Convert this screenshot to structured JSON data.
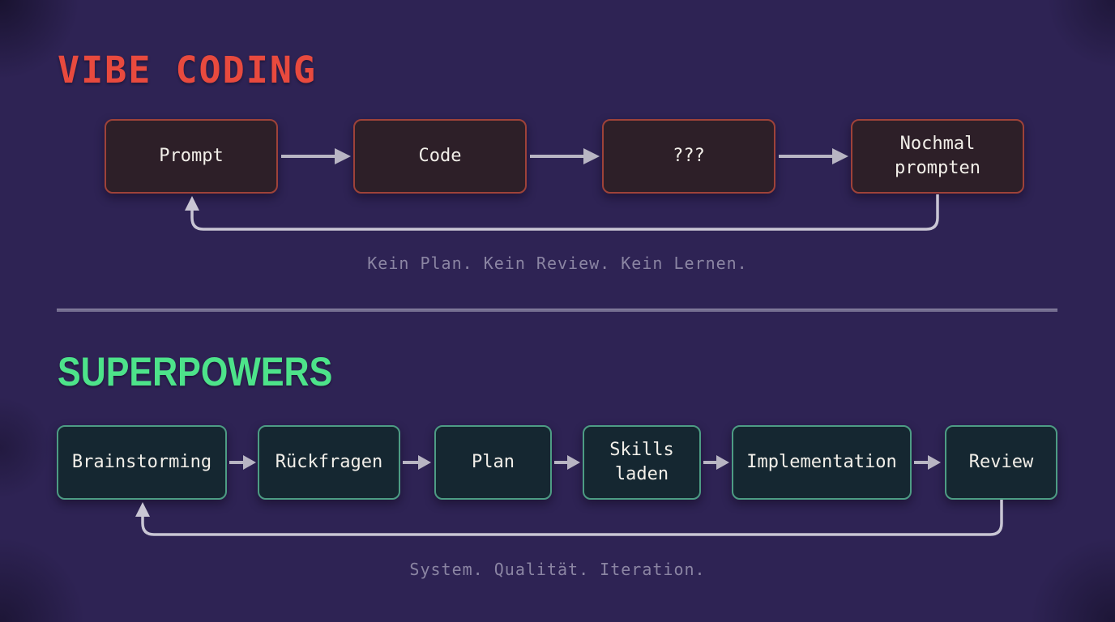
{
  "colors": {
    "background": "#2e2354",
    "vibe_accent": "#e84a3e",
    "vibe_box_fill": "#2d1f28",
    "vibe_box_border": "#9e4239",
    "super_accent": "#4de38a",
    "super_box_fill": "#152731",
    "super_box_border": "#4d9c84",
    "box_text": "#f2efe9",
    "arrow": "#b8b5c3",
    "loop_arrow": "#c9c6d4",
    "caption": "#8b85a3",
    "divider": "#746e90"
  },
  "vibe": {
    "title": "VIBE CODING",
    "steps": [
      {
        "label": "Prompt"
      },
      {
        "label": "Code"
      },
      {
        "label": "???"
      },
      {
        "label": "Nochmal\nprompten"
      }
    ],
    "caption": "Kein Plan. Kein Review. Kein Lernen."
  },
  "superpowers": {
    "title": "SUPERPOWERS",
    "steps": [
      {
        "label": "Brainstorming"
      },
      {
        "label": "Rückfragen"
      },
      {
        "label": "Plan"
      },
      {
        "label": "Skills\nladen"
      },
      {
        "label": "Implementation"
      },
      {
        "label": "Review"
      }
    ],
    "caption": "System. Qualität. Iteration."
  }
}
